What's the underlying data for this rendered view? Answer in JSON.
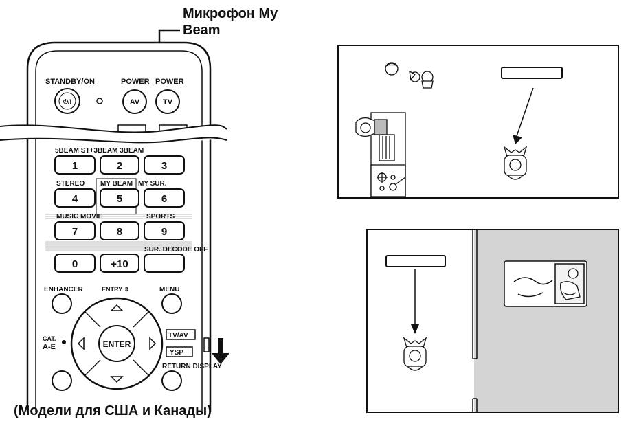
{
  "callout": {
    "line1": "Микрофон My",
    "line2": "Beam"
  },
  "caption": "(Модели для США и Канады)",
  "remote": {
    "standby_label": "STANDBY/ON",
    "standby_symbol": "⏻/I",
    "power_av_label": "POWER",
    "power_tv_label": "POWER",
    "av_button": "AV",
    "tv_button": "TV",
    "row1_label": "5BEAM ST+3BEAM 3BEAM",
    "row2_left": "STEREO",
    "row2_mid": "MY BEAM",
    "row2_right": "MY SUR.",
    "row3_left": "MUSIC MOVIE",
    "row3_right": "SPORTS",
    "row4_right": "SUR. DECODE OFF",
    "keys": [
      "1",
      "2",
      "3",
      "4",
      "5",
      "6",
      "7",
      "8",
      "9",
      "0",
      "+10"
    ],
    "enhancer_label": "ENHANCER",
    "entry_label": "ENTRY ⇕",
    "menu_label": "MENU",
    "cat_label1": "CAT.",
    "cat_label2": "A-E",
    "enter_label": "ENTER",
    "tvav_label": "TV/AV",
    "ysp_label": "YSP",
    "return_label": "RETURN DISPLAY"
  }
}
